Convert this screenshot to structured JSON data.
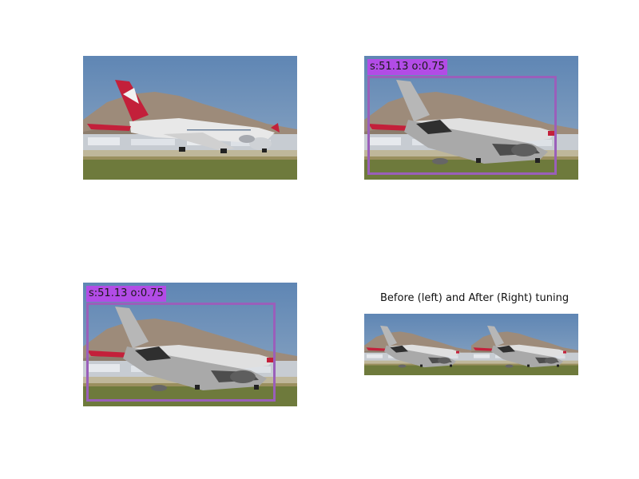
{
  "figure": {
    "panels": [
      {
        "id": "original",
        "kind": "photo",
        "label": ""
      },
      {
        "id": "detection_1",
        "kind": "photo",
        "label": "s:51.13 o:0.75"
      },
      {
        "id": "detection_2",
        "kind": "photo",
        "label": "s:51.13 o:0.75"
      },
      {
        "id": "comparison",
        "kind": "photo-pair",
        "caption": "Before (left) and After (Right) tuning"
      }
    ]
  },
  "colors": {
    "sky": "#6f8fb6",
    "hill": "#9d8b7a",
    "grass": "#6e7a3c",
    "fuselage": "#e8e8e8",
    "tail": "#c3203a",
    "label_bg": "#b24ce6",
    "box": "#9a5fba"
  }
}
